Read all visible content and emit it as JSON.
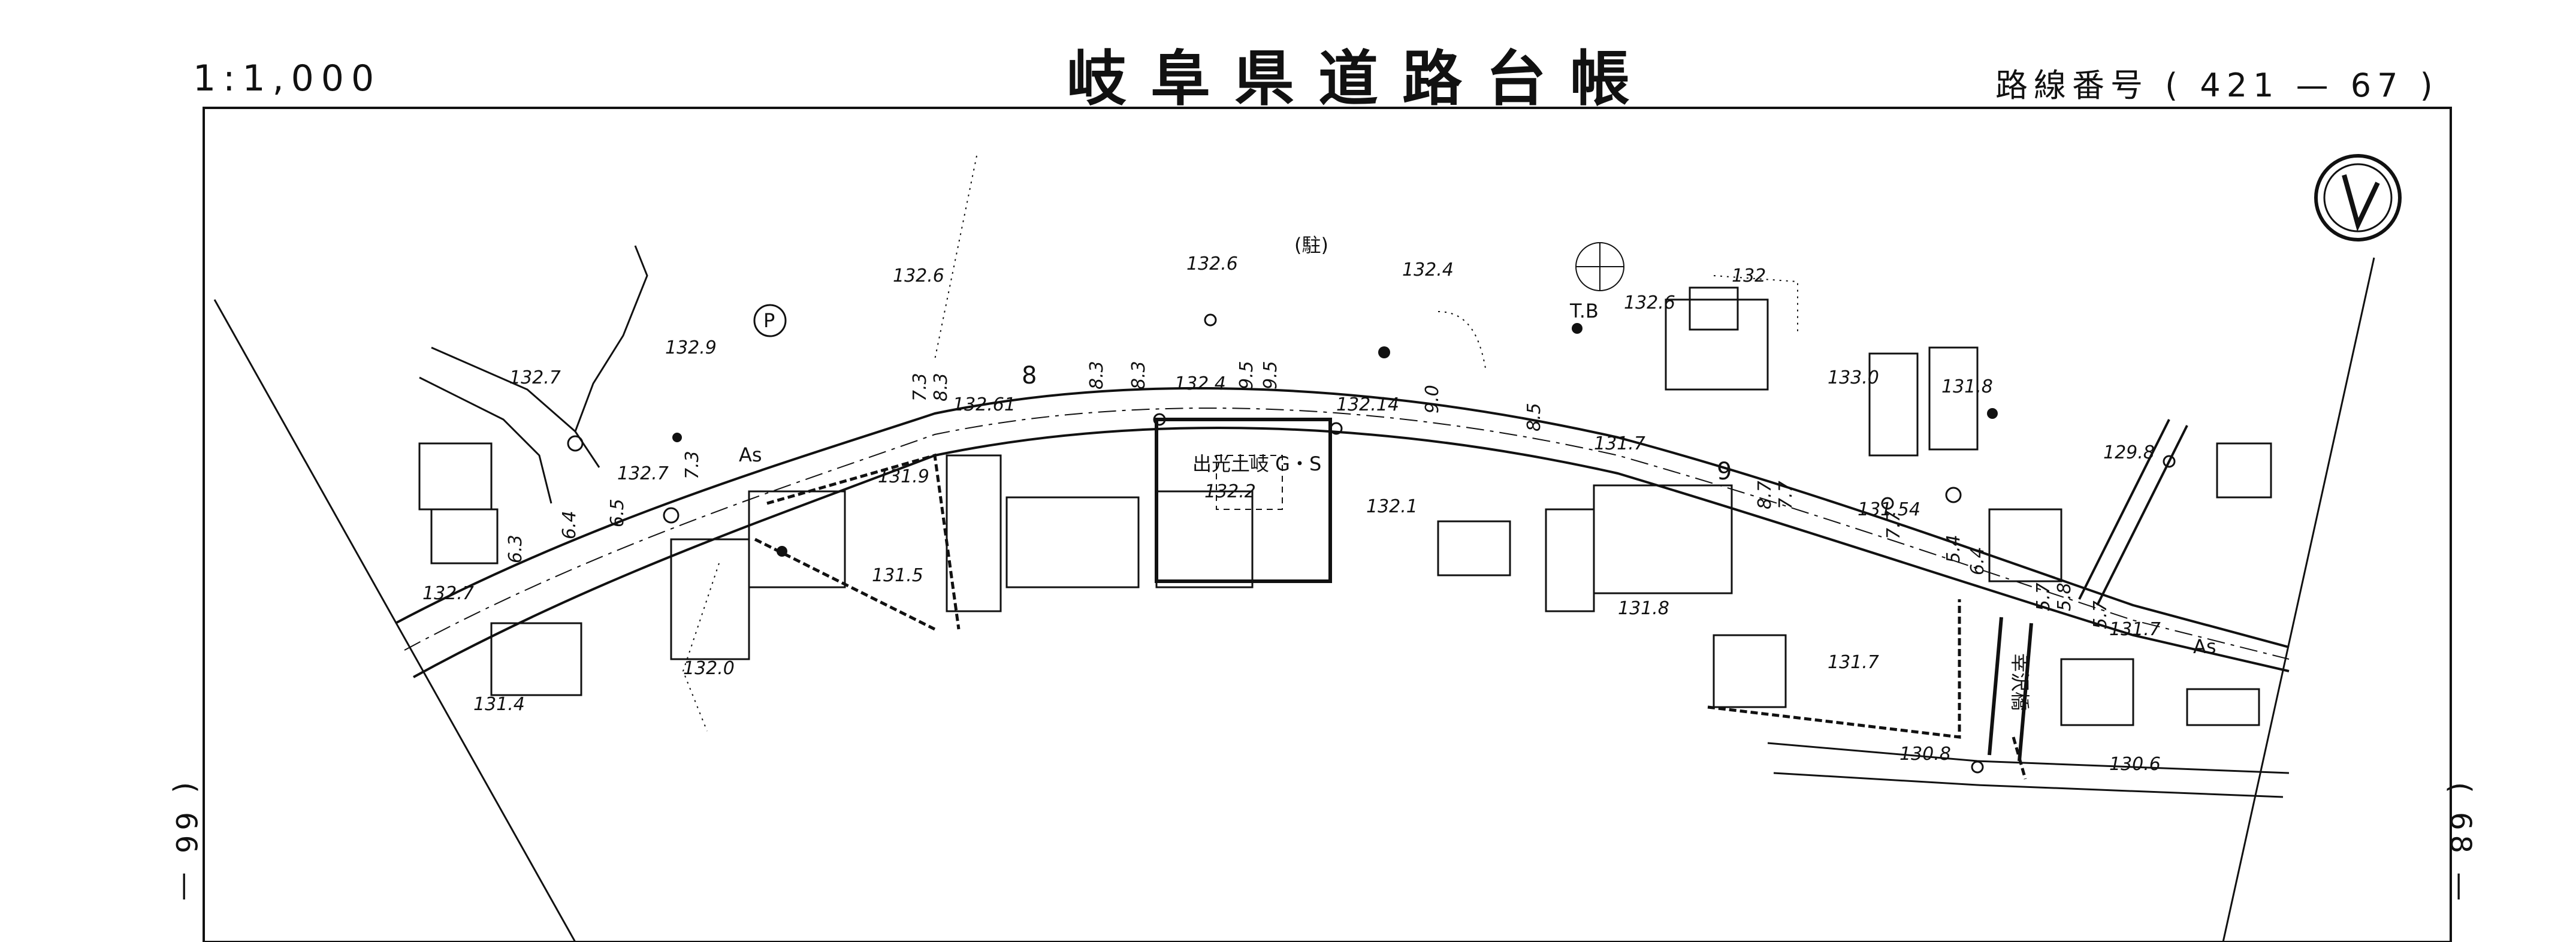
{
  "header": {
    "scale": "1:1,000",
    "title": "岐阜県道路台帳",
    "route_number": "路線番号 ( 421 — 67 )"
  },
  "side": {
    "left_sheet": "( 66 —",
    "right_sheet": "( 68 —"
  },
  "map": {
    "north_symbol": "north-arrow",
    "elevations": [
      "132.6",
      "132.6",
      "132.4",
      "132.9",
      "132.7",
      "132.7",
      "132.7",
      "132.61",
      "132.4",
      "132.14",
      "132.6",
      "132",
      "131.9",
      "132.2",
      "132.1",
      "131.5",
      "132.0",
      "131.4",
      "131.8",
      "131.7",
      "131.7",
      "133.0",
      "131.8",
      "129.8",
      "131.54",
      "131.7",
      "130.8",
      "130.6"
    ],
    "widths": [
      "7.3",
      "8.3",
      "8.3",
      "8.3",
      "9.5",
      "9.5",
      "9.0",
      "8.5",
      "7.3",
      "6.5",
      "6.4",
      "6.3",
      "8.7",
      "7.7",
      "7.7",
      "5.4",
      "6.4",
      "5.7",
      "5.8",
      "5.7"
    ],
    "section_numbers": [
      "8",
      "9"
    ],
    "labels": {
      "parking_top": "(駐)",
      "gas_station": "出光土岐 G・S",
      "bridge": "幸沢橋",
      "benchmark": "T.B",
      "surface_left": "As",
      "surface_right": "As",
      "parking_symbol": "P"
    }
  }
}
